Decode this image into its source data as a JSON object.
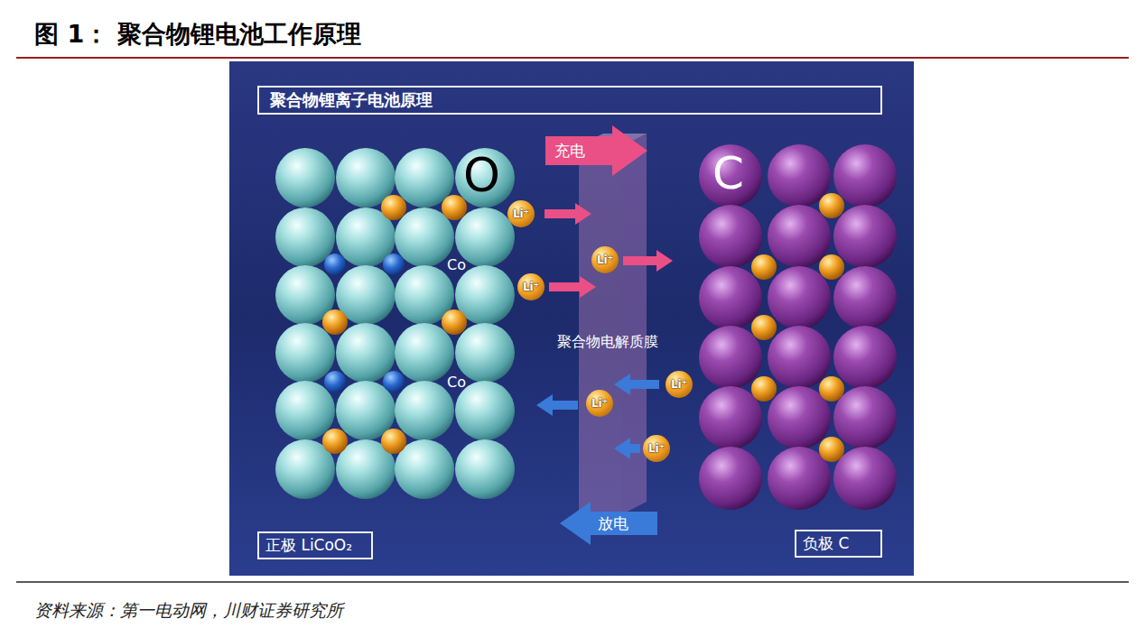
{
  "diagram": {
    "title": "图 1： 聚合物锂电池工作原理",
    "caption": "资料来源：第一电动网，川财证券研究所",
    "nodes": [
      {
        "text": [
          "聚合物锂离子电池原理"
        ]
      },
      {
        "text": [
          "充电"
        ]
      },
      {
        "text": [
          "Li⁺"
        ]
      },
      {
        "text": [
          "Li⁺"
        ]
      },
      {
        "text": [
          "Li⁺"
        ]
      },
      {
        "text": [
          "Li⁺"
        ]
      },
      {
        "text": [
          "Li⁺"
        ]
      },
      {
        "text": [
          "Li⁺"
        ]
      },
      {
        "text": [
          "放电"
        ]
      },
      {
        "text": [
          "正极 LiCoO₂"
        ]
      },
      {
        "text": [
          "负极 C"
        ]
      }
    ],
    "labels": [
      "O",
      "C",
      "Co",
      "聚合物电解质膜",
      "Co"
    ]
  }
}
